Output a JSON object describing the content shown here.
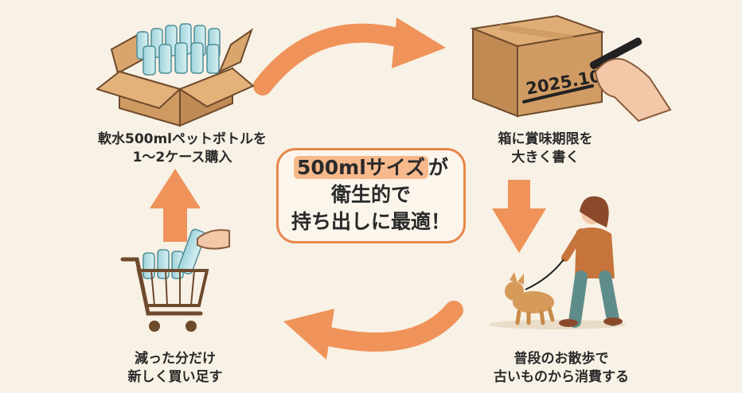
{
  "steps": {
    "buy": {
      "line1": "軟水500mlペットボトルを",
      "line2": "1～2ケース購入"
    },
    "mark": {
      "line1": "箱に賞味期限を",
      "line2": "大きく書く"
    },
    "use": {
      "line1": "普段のお散歩で",
      "line2": "古いものから消費する"
    },
    "restock": {
      "line1": "減った分だけ",
      "line2": "新しく買い足す"
    }
  },
  "center": {
    "highlight": "500mlサイズ",
    "highlight_suffix": "が",
    "line2": "衛生的で",
    "line3": "持ち出しに最適！"
  },
  "box_date": "2025.10.31",
  "colors": {
    "arrow": "#ef935a",
    "background": "#f8f1e5",
    "box": "#cf9a62",
    "text": "#2a2a2a"
  }
}
